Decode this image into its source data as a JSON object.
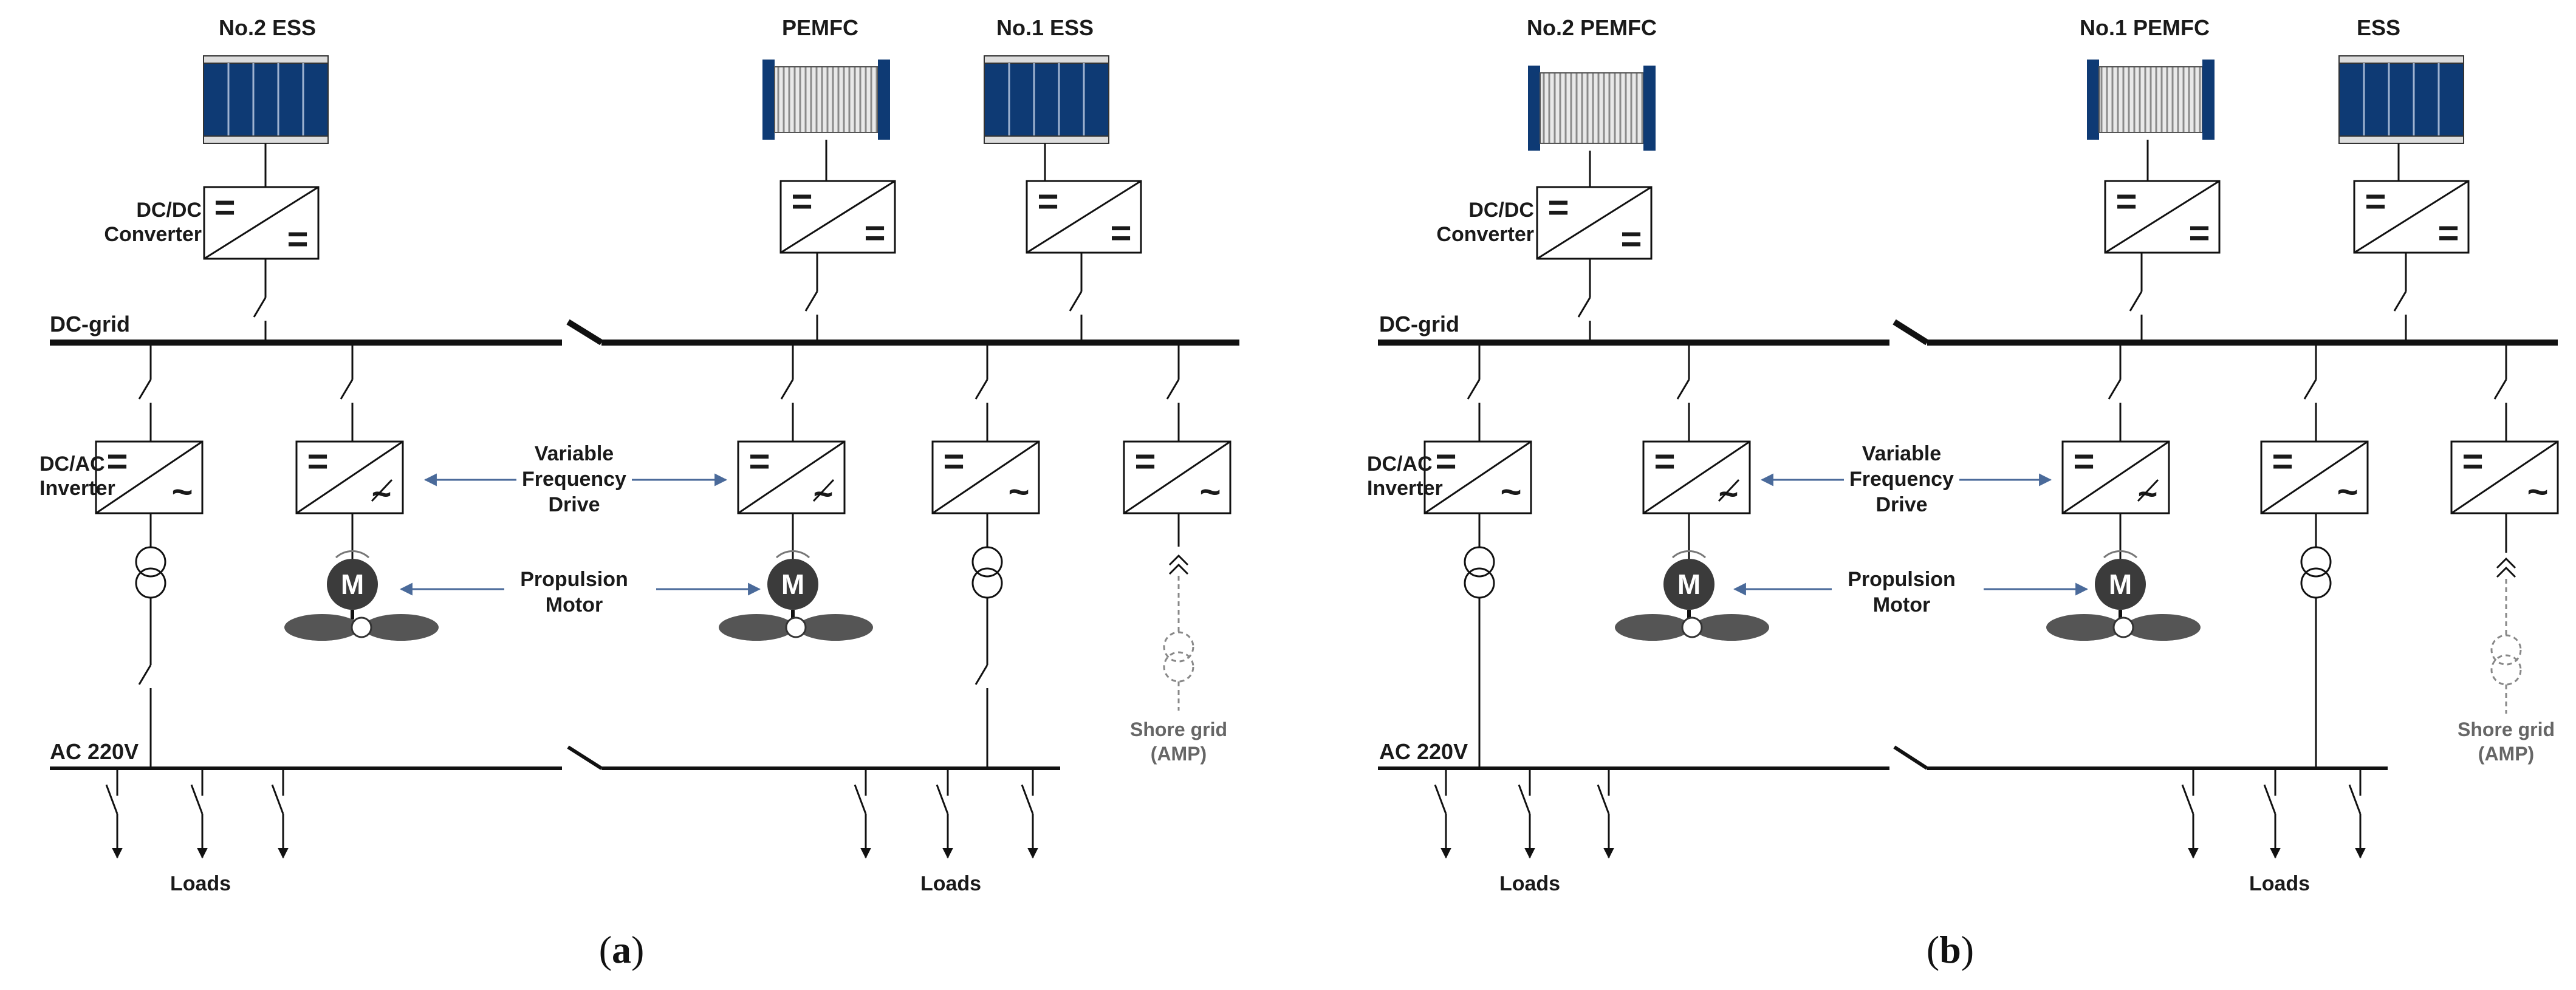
{
  "colors": {
    "ess_fill": "#0e3a74",
    "line": "#111111",
    "motor": "#444444",
    "arrow": "#4a6a9a",
    "shore": "#888888"
  },
  "diagram_a": {
    "caption": "a",
    "sources": [
      "No.2  ESS",
      "PEMFC",
      "No.1  ESS"
    ],
    "dc_dc_label": [
      "DC/DC",
      "Converter"
    ],
    "dc_grid_label": "DC-grid",
    "dc_ac_label": [
      "DC/AC",
      "Inverter"
    ],
    "vfd_label": [
      "Variable",
      "Frequency",
      "Drive"
    ],
    "motor_label": [
      "Propulsion",
      "Motor"
    ],
    "motor_symbol": "M",
    "shore_label": [
      "Shore grid",
      "(AMP)"
    ],
    "ac_bus_label": "AC 220V",
    "loads_label": "Loads",
    "converter_symbols": {
      "dc": "=",
      "ac": "~"
    }
  },
  "diagram_b": {
    "caption": "b",
    "sources": [
      "No.2  PEMFC",
      "No.1  PEMFC",
      "ESS"
    ],
    "dc_dc_label": [
      "DC/DC",
      "Converter"
    ],
    "dc_grid_label": "DC-grid",
    "dc_ac_label": [
      "DC/AC",
      "Inverter"
    ],
    "vfd_label": [
      "Variable",
      "Frequency",
      "Drive"
    ],
    "motor_label": [
      "Propulsion",
      "Motor"
    ],
    "motor_symbol": "M",
    "shore_label": [
      "Shore grid",
      "(AMP)"
    ],
    "ac_bus_label": "AC 220V",
    "loads_label": "Loads",
    "converter_symbols": {
      "dc": "=",
      "ac": "~"
    }
  }
}
